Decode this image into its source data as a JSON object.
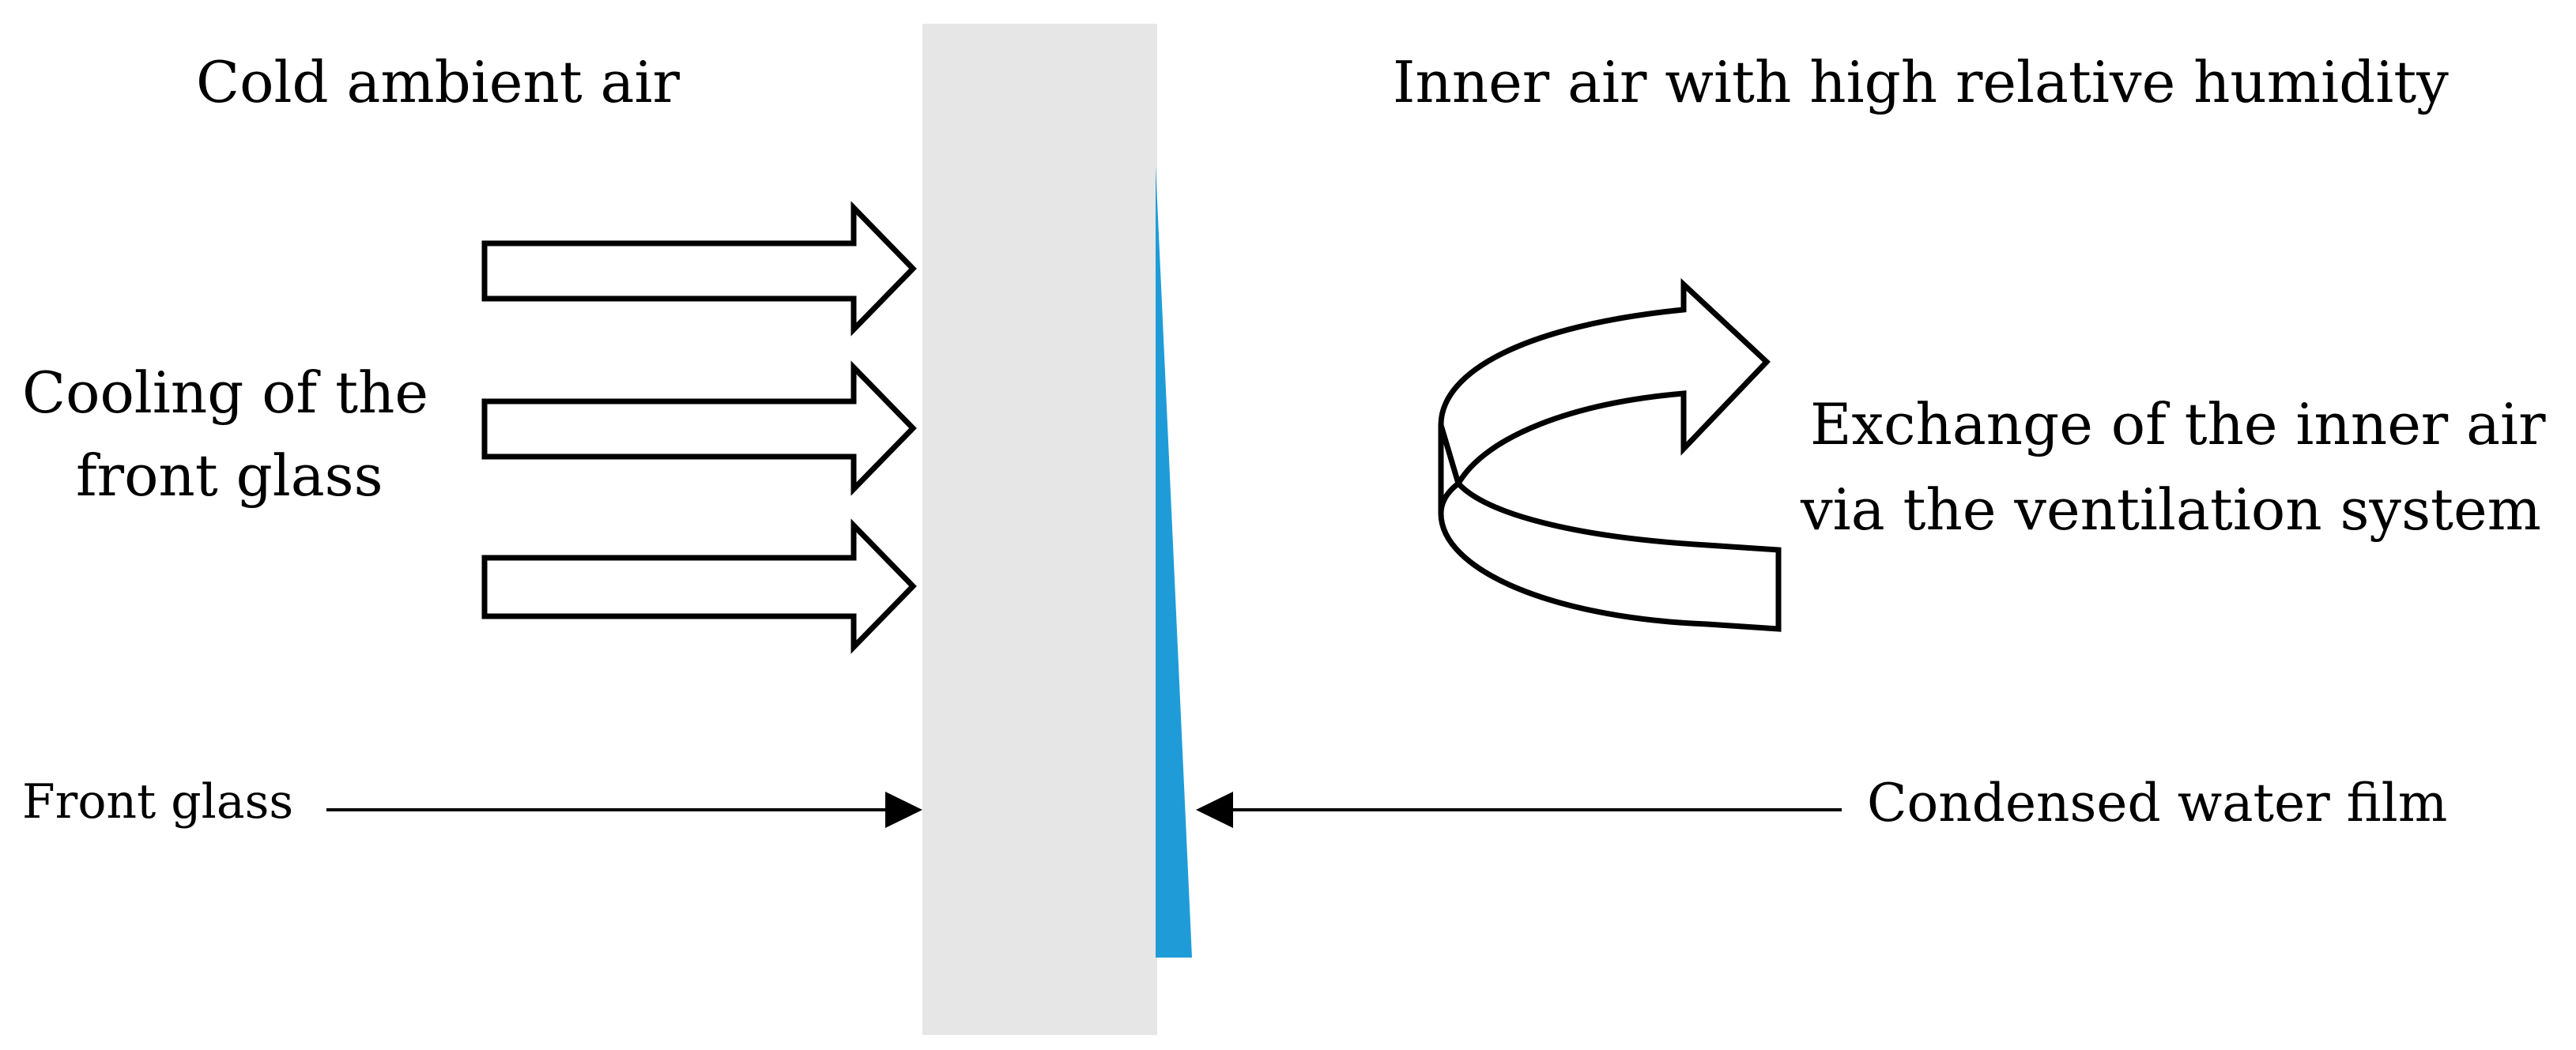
{
  "labels": {
    "cold_air": "Cold ambient air",
    "inner_air": "Inner air with high relative humidity",
    "cooling_line1": "Cooling of the",
    "cooling_line2": "front glass",
    "exchange_line1": "Exchange of the inner air",
    "exchange_line2": "via the ventilation system",
    "front_glass": "Front glass",
    "water_film": "Condensed water film"
  },
  "colors": {
    "glass": "#e6e6e6",
    "water_film": "#1f9cd8",
    "stroke": "#000000",
    "background": "#ffffff"
  }
}
